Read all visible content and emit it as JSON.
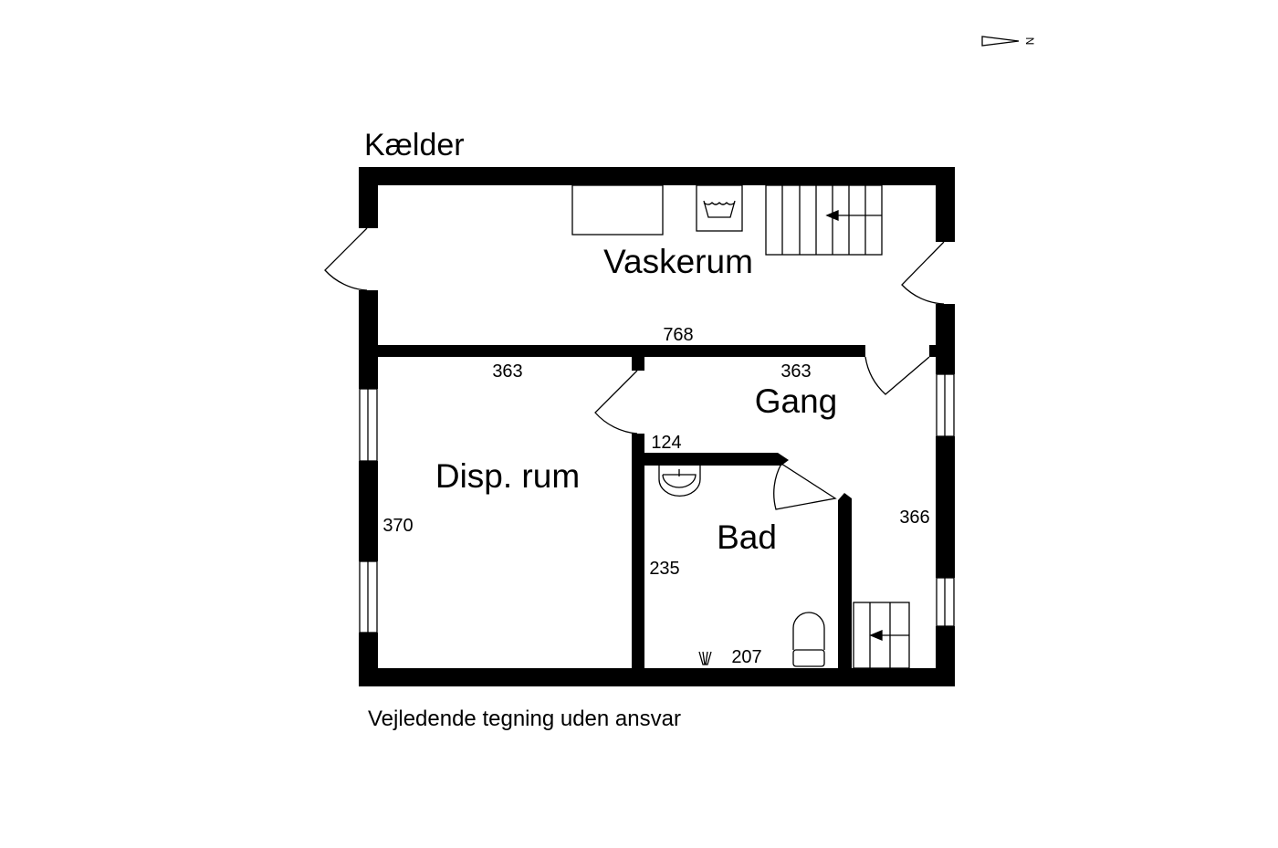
{
  "plan": {
    "floor_title": "Kælder",
    "disclaimer": "Vejledende tegning uden ansvar",
    "north_label": "N",
    "rooms": {
      "vaskerum": "Vaskerum",
      "gang": "Gang",
      "disp_rum": "Disp. rum",
      "bad": "Bad"
    },
    "dimensions": {
      "vaskerum_width": "768",
      "disp_rum_width": "363",
      "gang_width": "363",
      "bad_top": "124",
      "disp_rum_height": "370",
      "bad_left": "235",
      "gang_height": "366",
      "bad_bottom": "207"
    }
  }
}
